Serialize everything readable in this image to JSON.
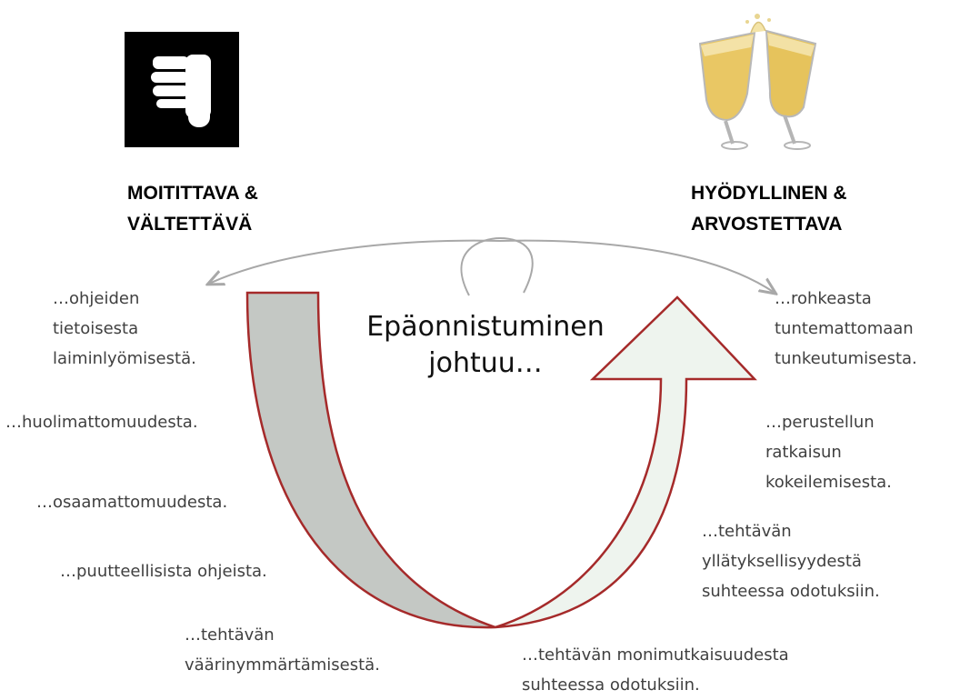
{
  "title": "Epäonnistuminen\njohtuu…",
  "left": {
    "heading": "MOITITTAVA &\nVÄLTETTÄVÄ",
    "icon": "thumbs-down-icon",
    "items": [
      "…ohjeiden\ntietoisesta\nlaiminlyömisestä.",
      "…huolimattomuudesta.",
      "…osaamattomuudesta.",
      "…puutteellisista ohjeista.",
      "…tehtävän\nväärinymmärtämisestä."
    ]
  },
  "right": {
    "heading": "HYÖDYLLINEN &\nARVOSTETTAVA",
    "icon": "champagne-toast-icon",
    "items": [
      "…rohkeasta\ntuntemattomaan\ntunkeutumisesta.",
      "…perustellun\nratkaisun\nkokeilemisesta.",
      "…tehtävän\nyllätyksellisyydestä\nsuhteessa odotuksiin.",
      "…tehtävän monimutkaisuudesta\nsuhteessa odotuksiin."
    ]
  },
  "colors": {
    "arrow_outline": "#a52a2a",
    "left_fill": "#c4c8c4",
    "right_fill": "#eef4ee",
    "connector": "#a8a8a8"
  }
}
